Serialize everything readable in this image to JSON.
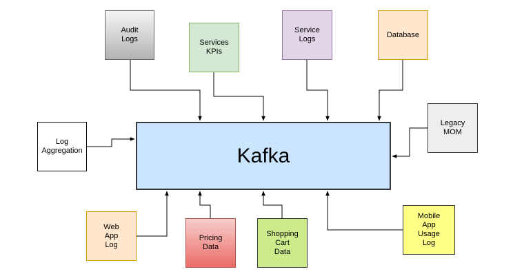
{
  "hub": {
    "label": "Kafka"
  },
  "nodes": {
    "audit_logs": "Audit\nLogs",
    "services_kpis": "Services\nKPIs",
    "service_logs": "Service\nLogs",
    "database": "Database",
    "log_aggregation": "Log\nAggregation",
    "legacy_mom": "Legacy\nMOM",
    "web_app_log": "Web\nApp\nLog",
    "pricing_data": "Pricing\nData",
    "shopping_cart_data": "Shopping\nCart\nData",
    "mobile_app_usage_log": "Mobile\nApp\nUsage\nLog"
  },
  "colors": {
    "kafka_fill": "#cce5ff",
    "audit_logs": "gradient #f5f5f5→#b3b3b3",
    "services_kpis": "#d5e8d4",
    "service_logs": "#e1d5e7",
    "database": "#ffe6cc",
    "log_aggregation": "#ffffff",
    "legacy_mom": "#eeeeee",
    "web_app_log": "#ffe6cc",
    "pricing_data": "gradient #f8cecc→#ea6b66",
    "shopping_cart_data": "#cdeb8b",
    "mobile_app_usage_log": "#ffff88"
  }
}
